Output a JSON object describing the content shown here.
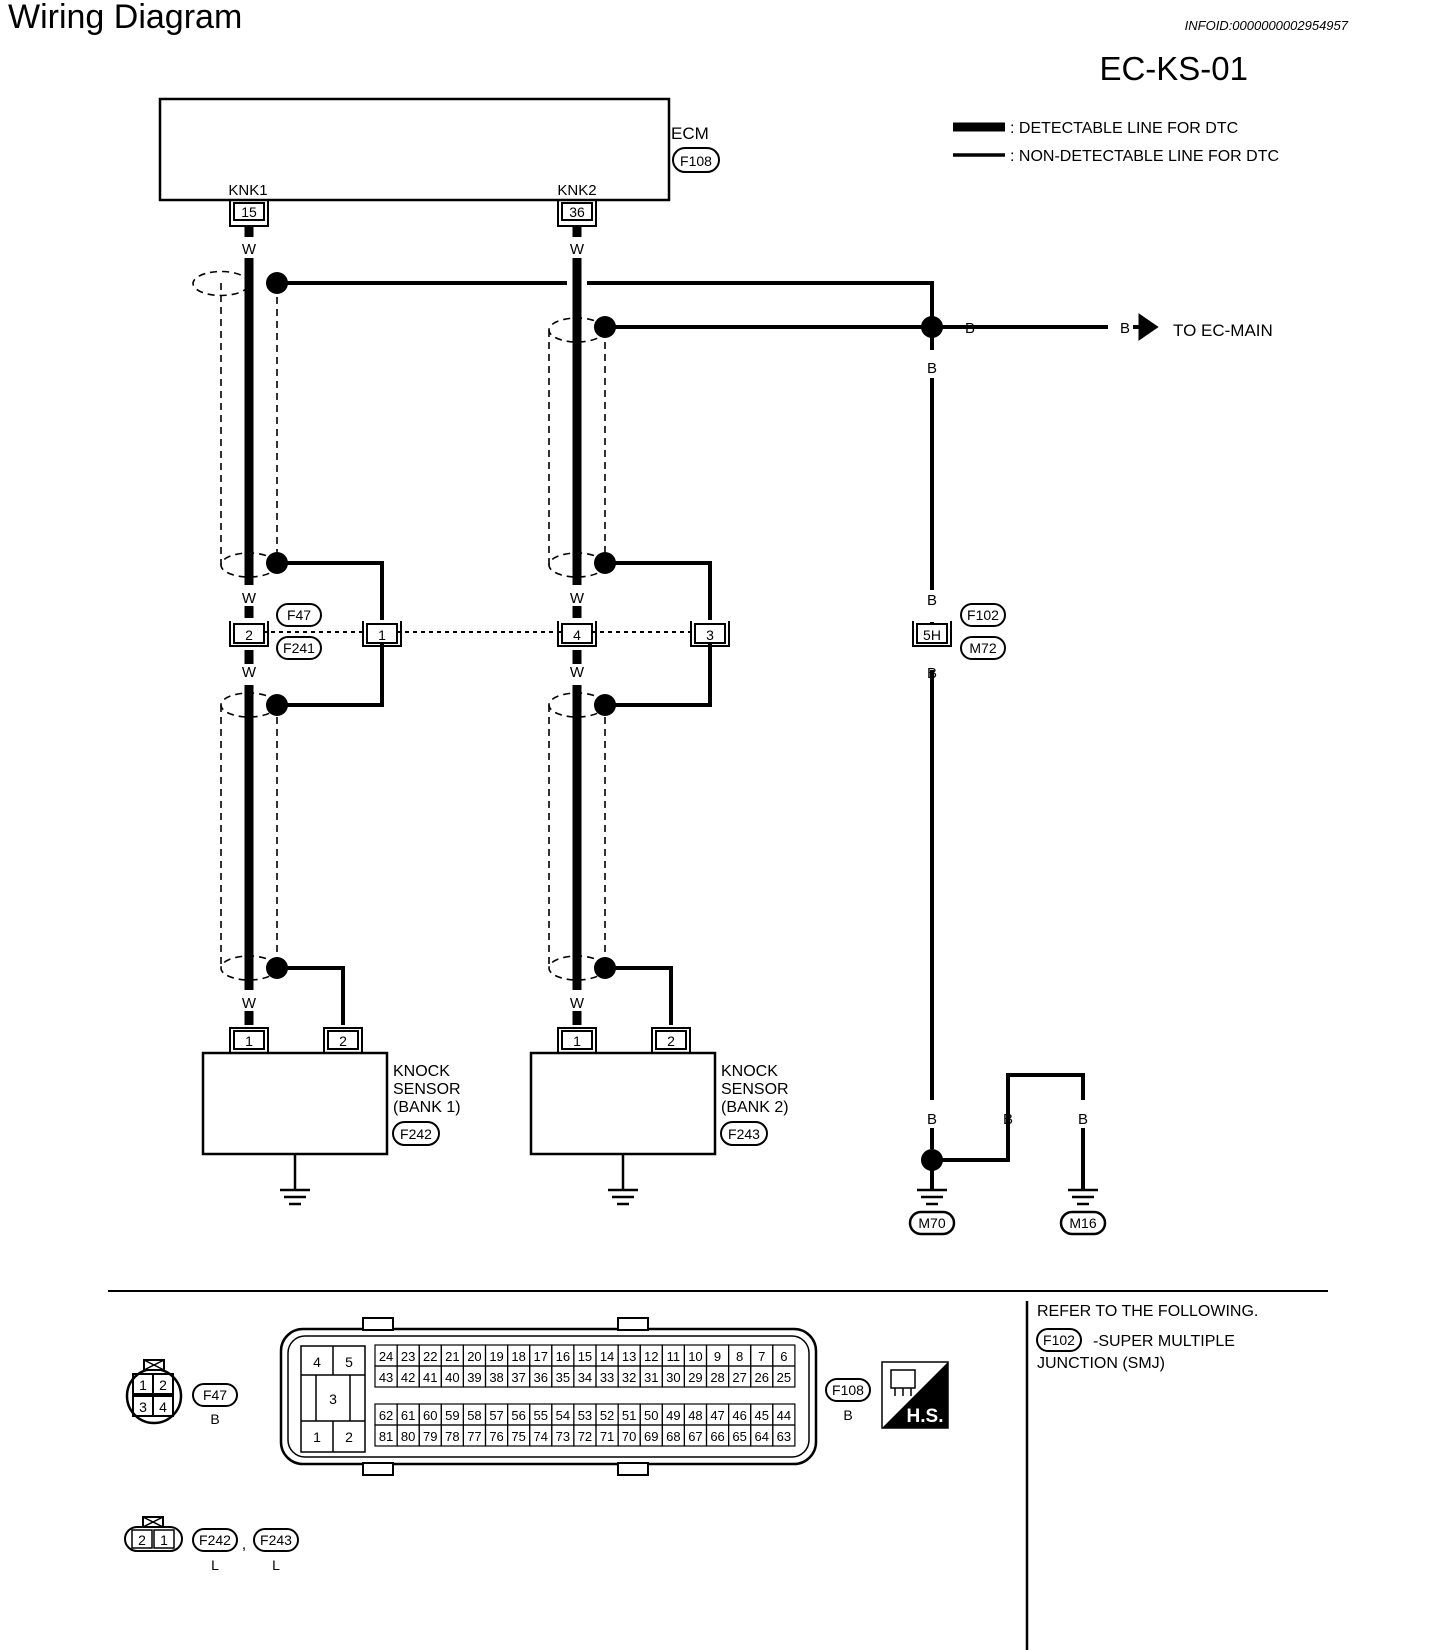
{
  "header": {
    "title": "Wiring Diagram",
    "info_id": "INFOID:0000000002954957",
    "diagram_id": "EC-KS-01"
  },
  "legend": {
    "detectable": ": DETECTABLE LINE FOR DTC",
    "non_detectable": ": NON-DETECTABLE LINE FOR DTC"
  },
  "ecm": {
    "label": "ECM",
    "connector": "F108",
    "pin1_name": "KNK1",
    "pin1_no": "15",
    "pin2_name": "KNK2",
    "pin2_no": "36"
  },
  "wire_colors": {
    "white": "W",
    "black": "B"
  },
  "connectors": {
    "joint_a": "F47",
    "joint_b": "F241",
    "pins": [
      "2",
      "1",
      "4",
      "3"
    ],
    "smj_a": "F102",
    "smj_b": "M72",
    "smj_pin": "5H"
  },
  "to_main": "TO EC-MAIN",
  "sensor1": {
    "line1": "KNOCK",
    "line2": "SENSOR",
    "line3": "(BANK 1)",
    "connector": "F242",
    "pin1": "1",
    "pin2": "2"
  },
  "sensor2": {
    "line1": "KNOCK",
    "line2": "SENSOR",
    "line3": "(BANK 2)",
    "connector": "F243",
    "pin1": "1",
    "pin2": "2"
  },
  "grounds": {
    "g1": "M70",
    "g2": "M16"
  },
  "connector_views": {
    "f47": {
      "name": "F47",
      "color": "B",
      "pins": [
        "1",
        "2",
        "3",
        "4"
      ]
    },
    "f108": {
      "name": "F108",
      "color": "B",
      "left_pins": [
        "4",
        "5",
        "3",
        "1",
        "2"
      ],
      "row1": [
        "24",
        "23",
        "22",
        "21",
        "20",
        "19",
        "18",
        "17",
        "16",
        "15",
        "14",
        "13",
        "12",
        "11",
        "10",
        "9",
        "8",
        "7",
        "6"
      ],
      "row2": [
        "43",
        "42",
        "41",
        "40",
        "39",
        "38",
        "37",
        "36",
        "35",
        "34",
        "33",
        "32",
        "31",
        "30",
        "29",
        "28",
        "27",
        "26",
        "25"
      ],
      "row3": [
        "62",
        "61",
        "60",
        "59",
        "58",
        "57",
        "56",
        "55",
        "54",
        "53",
        "52",
        "51",
        "50",
        "49",
        "48",
        "47",
        "46",
        "45",
        "44"
      ],
      "row4": [
        "81",
        "80",
        "79",
        "78",
        "77",
        "76",
        "75",
        "74",
        "73",
        "72",
        "71",
        "70",
        "69",
        "68",
        "67",
        "66",
        "65",
        "64",
        "63"
      ],
      "hs_label": "H.S."
    },
    "sensor_conn": {
      "pins": [
        "2",
        "1"
      ],
      "name1": "F242",
      "name2": "F243",
      "color": "L",
      "separator": ","
    }
  },
  "refer": {
    "heading": "REFER TO THE FOLLOWING.",
    "connector": "F102",
    "text1": "-SUPER MULTIPLE",
    "text2": "JUNCTION (SMJ)"
  }
}
